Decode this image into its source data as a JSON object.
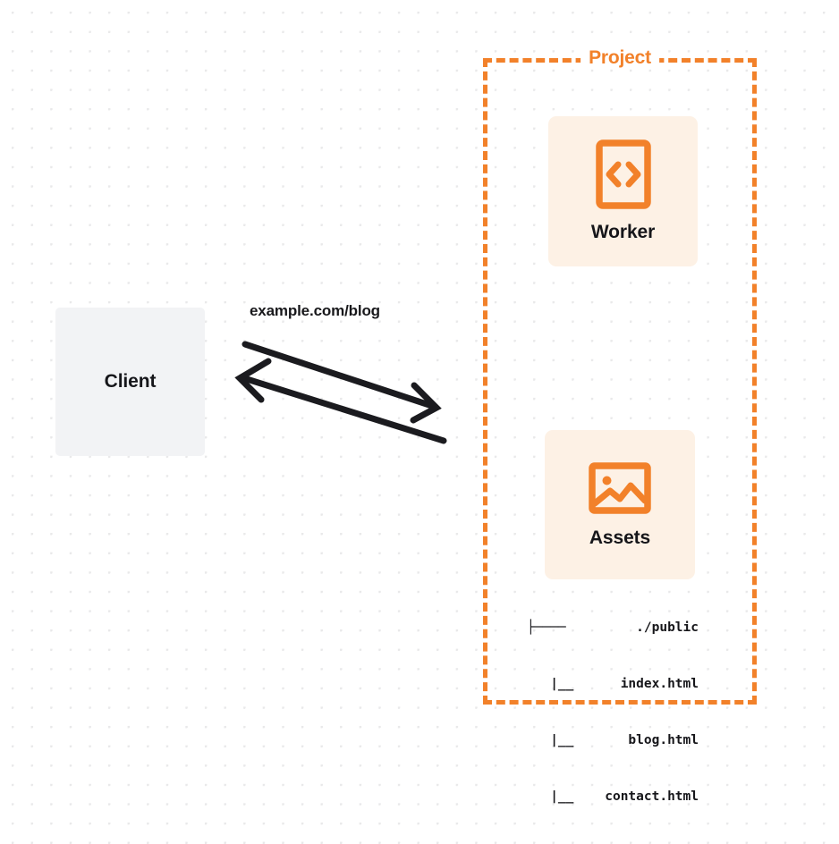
{
  "diagram": {
    "type": "architecture-flow",
    "background": "dotted-grid",
    "accent_color": "#f2812a",
    "card_background": "#fdf1e5",
    "client_background": "#f2f3f5",
    "text_color": "#16161a"
  },
  "client": {
    "label": "Client"
  },
  "connection": {
    "label": "example.com/blog",
    "request_direction": "client-to-project",
    "response_direction": "project-to-client"
  },
  "project": {
    "title": "Project",
    "services": [
      {
        "label": "Worker",
        "icon": "code-document-icon"
      },
      {
        "label": "Assets",
        "icon": "image-icon"
      }
    ],
    "file_tree": {
      "rows": [
        {
          "branch": "├────",
          "name": "./public"
        },
        {
          "branch": "   |__",
          "name": "index.html"
        },
        {
          "branch": "   |__",
          "name": "blog.html"
        },
        {
          "branch": "   |__",
          "name": "contact.html"
        }
      ]
    }
  }
}
